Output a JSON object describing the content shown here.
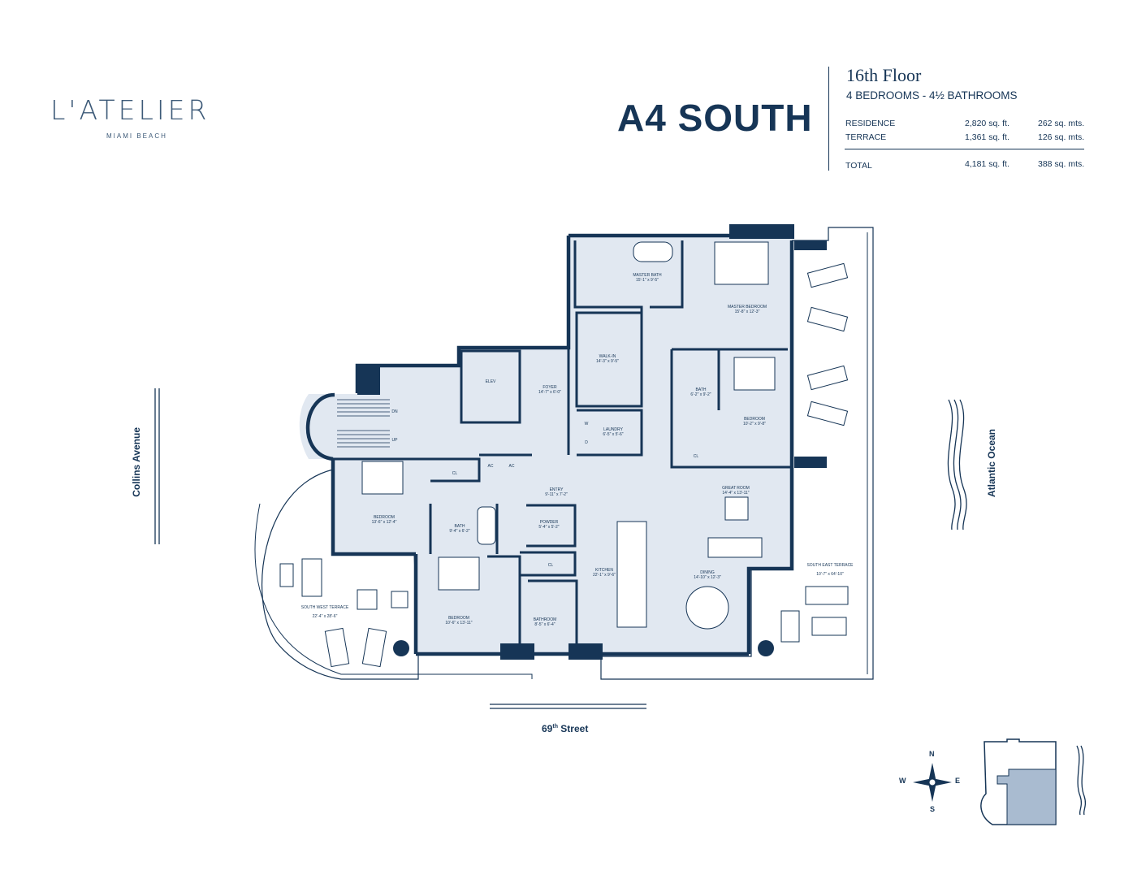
{
  "brand": {
    "name": "L'ATELIER",
    "location": "MIAMI BEACH"
  },
  "unit": {
    "title": "A4 SOUTH",
    "floor": "16th Floor",
    "bedrooms_bathrooms": "4 BEDROOMS  -  4½ BATHROOMS"
  },
  "areas": [
    {
      "label": "RESIDENCE",
      "sqft": "2,820 sq. ft.",
      "sqm": "262 sq. mts."
    },
    {
      "label": "TERRACE",
      "sqft": "1,361 sq. ft.",
      "sqm": "126 sq. mts."
    }
  ],
  "total": {
    "label": "TOTAL",
    "sqft": "4,181 sq. ft.",
    "sqm": "388 sq. mts."
  },
  "streets": {
    "west": "Collins Avenue",
    "east": "Atlantic Ocean",
    "south_main": "69",
    "south_sup": "th",
    "south_rest": " Street"
  },
  "compass": {
    "n": "N",
    "s": "S",
    "e": "E",
    "w": "W"
  },
  "rooms": [
    {
      "name": "MASTER BATH",
      "size": "15'-1\" x 9'-5\""
    },
    {
      "name": "MASTER BEDROOM",
      "size": "15'-8\" x 12'-3\""
    },
    {
      "name": "WALK-IN",
      "size": "14'-3\" x 9'-5\""
    },
    {
      "name": "FOYER",
      "size": "14'-7\" x 6'-0\""
    },
    {
      "name": "ELEV",
      "size": ""
    },
    {
      "name": "BATH",
      "size": "6'-2\" x 9'-2\""
    },
    {
      "name": "BEDROOM",
      "size": "10'-2\" x 9'-8\""
    },
    {
      "name": "LAUNDRY",
      "size": "6'-5\" x 5'-6\""
    },
    {
      "name": "ENTRY",
      "size": "9'-11\" x 7'-2\""
    },
    {
      "name": "GREAT ROOM",
      "size": "14'-4\" x 13'-11\""
    },
    {
      "name": "BEDROOM",
      "size": "13'-6\" x 12'-4\""
    },
    {
      "name": "BATH",
      "size": "9'-4\" x 6'-2\""
    },
    {
      "name": "POWDER",
      "size": "5'-4\" x 5'-2\""
    },
    {
      "name": "KITCHEN",
      "size": "22'-1\" x 9'-6\""
    },
    {
      "name": "DINING",
      "size": "14'-10\" x 12'-3\""
    },
    {
      "name": "BEDROOM",
      "size": "10'-6\" x 13'-11\""
    },
    {
      "name": "BATHROOM",
      "size": "8'-5\" x 6'-4\""
    },
    {
      "name": "SOUTH WEST TERRACE",
      "size": "22'-4\" x 28'-6\""
    },
    {
      "name": "SOUTH EAST TERRACE",
      "size": "10'-7\" x 64'-10\""
    }
  ],
  "fixtures": {
    "cl": "CL",
    "ac": "AC",
    "w": "W",
    "d": "D",
    "dn": "DN",
    "up": "UP"
  }
}
